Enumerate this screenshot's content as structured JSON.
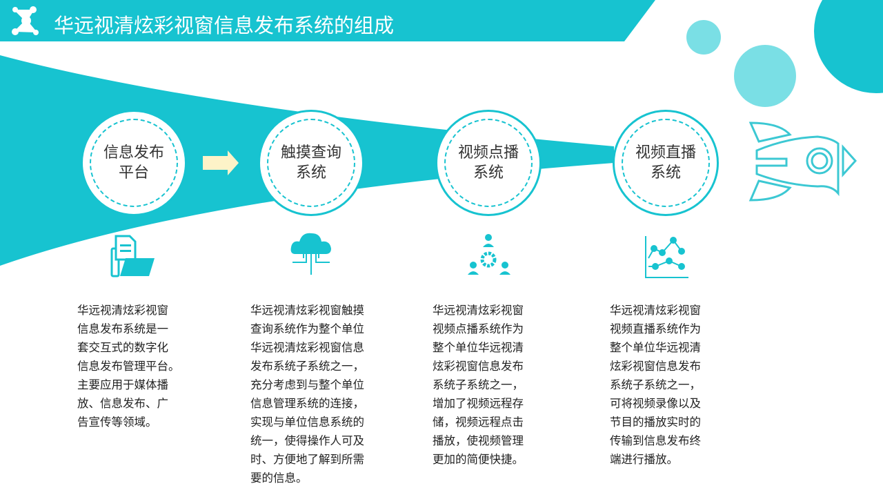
{
  "header": {
    "title": "华远视清炫彩视窗信息发布系统的组成",
    "logo_icon": "network-icon"
  },
  "colors": {
    "accent": "#17c3d0",
    "light": "#7adfe5",
    "arrow": "#fdf3c8"
  },
  "steps": [
    {
      "label": "信息发布\n平台",
      "icon": "folder-document-icon",
      "desc": "华远视清炫彩视窗\n信息发布系统是一\n套交互式的数字化\n信息发布管理平台。\n主要应用于媒体播\n放、信息发布、广\n告宣传等领域。"
    },
    {
      "label": "触摸查询\n系统",
      "icon": "cloud-network-icon",
      "desc": "华远视清炫彩视窗触摸\n查询系统作为整个单位\n华远视清炫彩视窗信息\n发布系统子系统之一，\n充分考虑到与整个单位\n信息管理系统的连接，\n实现与单位信息系统的\n统一，使得操作人可及\n时、方便地了解到所需\n要的信息。"
    },
    {
      "label": "视频点播\n系统",
      "icon": "team-gear-icon",
      "desc": "华远视清炫彩视窗\n视频点播系统作为\n整个单位华远视清\n炫彩视窗信息发布\n系统子系统之一，\n增加了视频远程存\n储，视频远程点击\n播放，使视频管理\n更加的简便快捷。"
    },
    {
      "label": "视频直播\n系统",
      "icon": "line-chart-icon",
      "desc": "华远视清炫彩视窗\n视频直播系统作为\n整个单位华远视清\n炫彩视窗信息发布\n系统子系统之一，\n可将视频录像以及\n节目的播放实时的\n传输到信息发布终\n端进行播放。"
    }
  ]
}
